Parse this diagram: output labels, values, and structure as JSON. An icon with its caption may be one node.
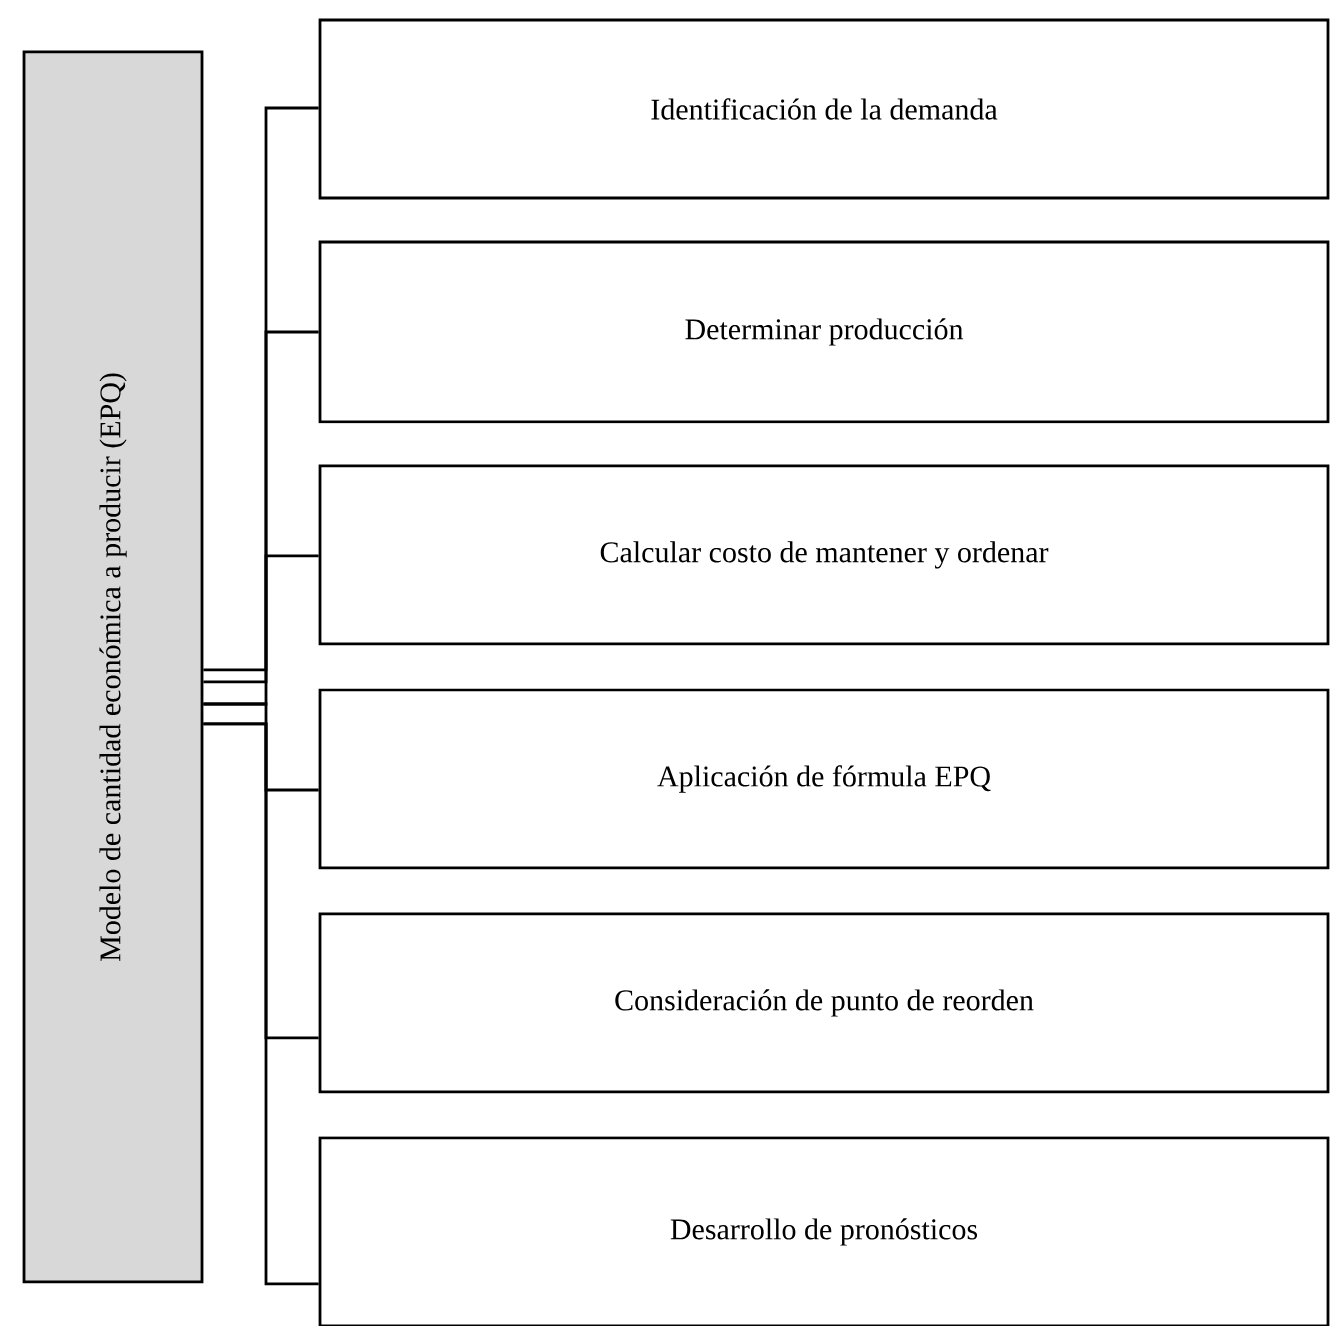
{
  "diagram": {
    "nodes": [
      {
        "text": [
          "Modelo de cantidad económica a producir  (EPQ)"
        ]
      },
      {
        "text": [
          "Identificación de la demanda"
        ]
      },
      {
        "text": [
          "Determinar producción"
        ]
      },
      {
        "text": [
          "Calcular costo de mantener y ordenar"
        ]
      },
      {
        "text": [
          "Aplicación de fórmula EPQ"
        ]
      },
      {
        "text": [
          "Consideración de punto de reorden"
        ]
      },
      {
        "text": [
          "Desarrollo de pronósticos"
        ]
      }
    ],
    "edges": [
      {
        "from": 0,
        "to": 1,
        "arrow": "none"
      },
      {
        "from": 0,
        "to": 2,
        "arrow": "none"
      },
      {
        "from": 0,
        "to": 3,
        "arrow": "none"
      },
      {
        "from": 0,
        "to": 4,
        "arrow": "none"
      },
      {
        "from": 0,
        "to": 5,
        "arrow": "none"
      },
      {
        "from": 0,
        "to": 6,
        "arrow": "none"
      }
    ]
  }
}
